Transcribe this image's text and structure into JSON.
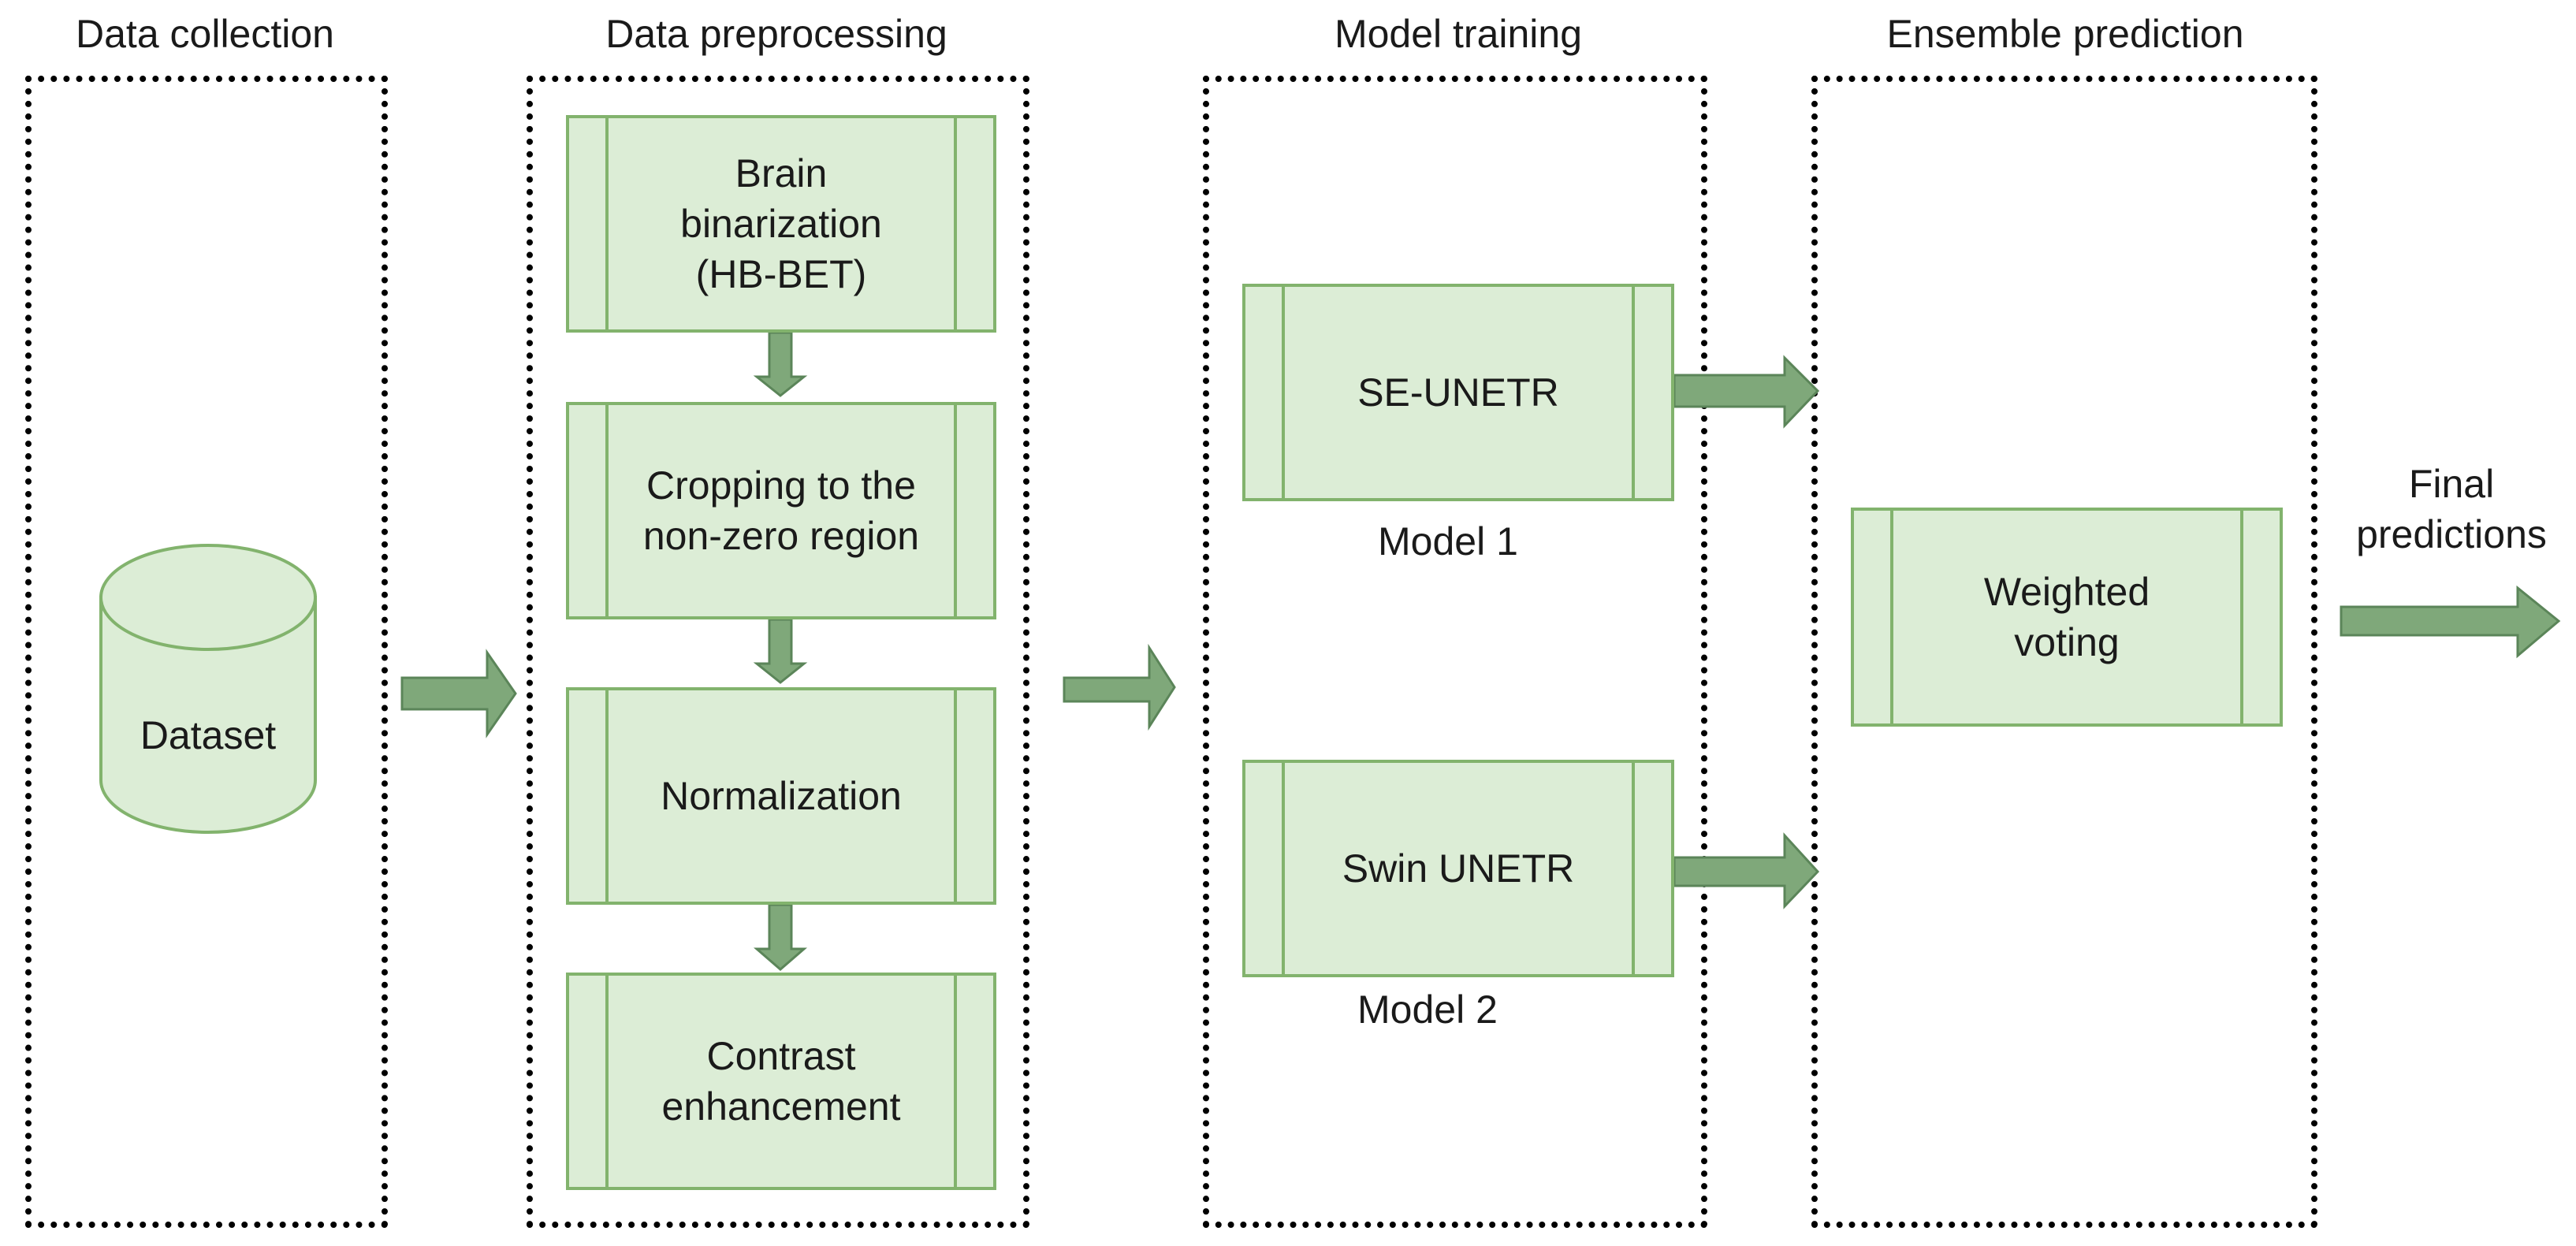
{
  "colors": {
    "box_fill": "#dcedd6",
    "box_stroke": "#82b36d",
    "arrow_fill": "#7fa87a",
    "arrow_stroke": "#5b8559",
    "stage_border": "#000000"
  },
  "stages": {
    "collection": {
      "title": "Data collection",
      "dataset_label": "Dataset"
    },
    "preprocessing": {
      "title": "Data preprocessing",
      "steps": [
        "Brain\nbinarization\n(HB-BET)",
        "Cropping to the\nnon-zero region",
        "Normalization",
        "Contrast\nenhancement"
      ]
    },
    "training": {
      "title": "Model training",
      "models": [
        {
          "label": "SE-UNETR",
          "caption": "Model 1"
        },
        {
          "label": "Swin UNETR",
          "caption": "Model 2"
        }
      ]
    },
    "ensemble": {
      "title": "Ensemble prediction",
      "method": "Weighted\nvoting"
    }
  },
  "output": {
    "label": "Final\npredictions"
  }
}
